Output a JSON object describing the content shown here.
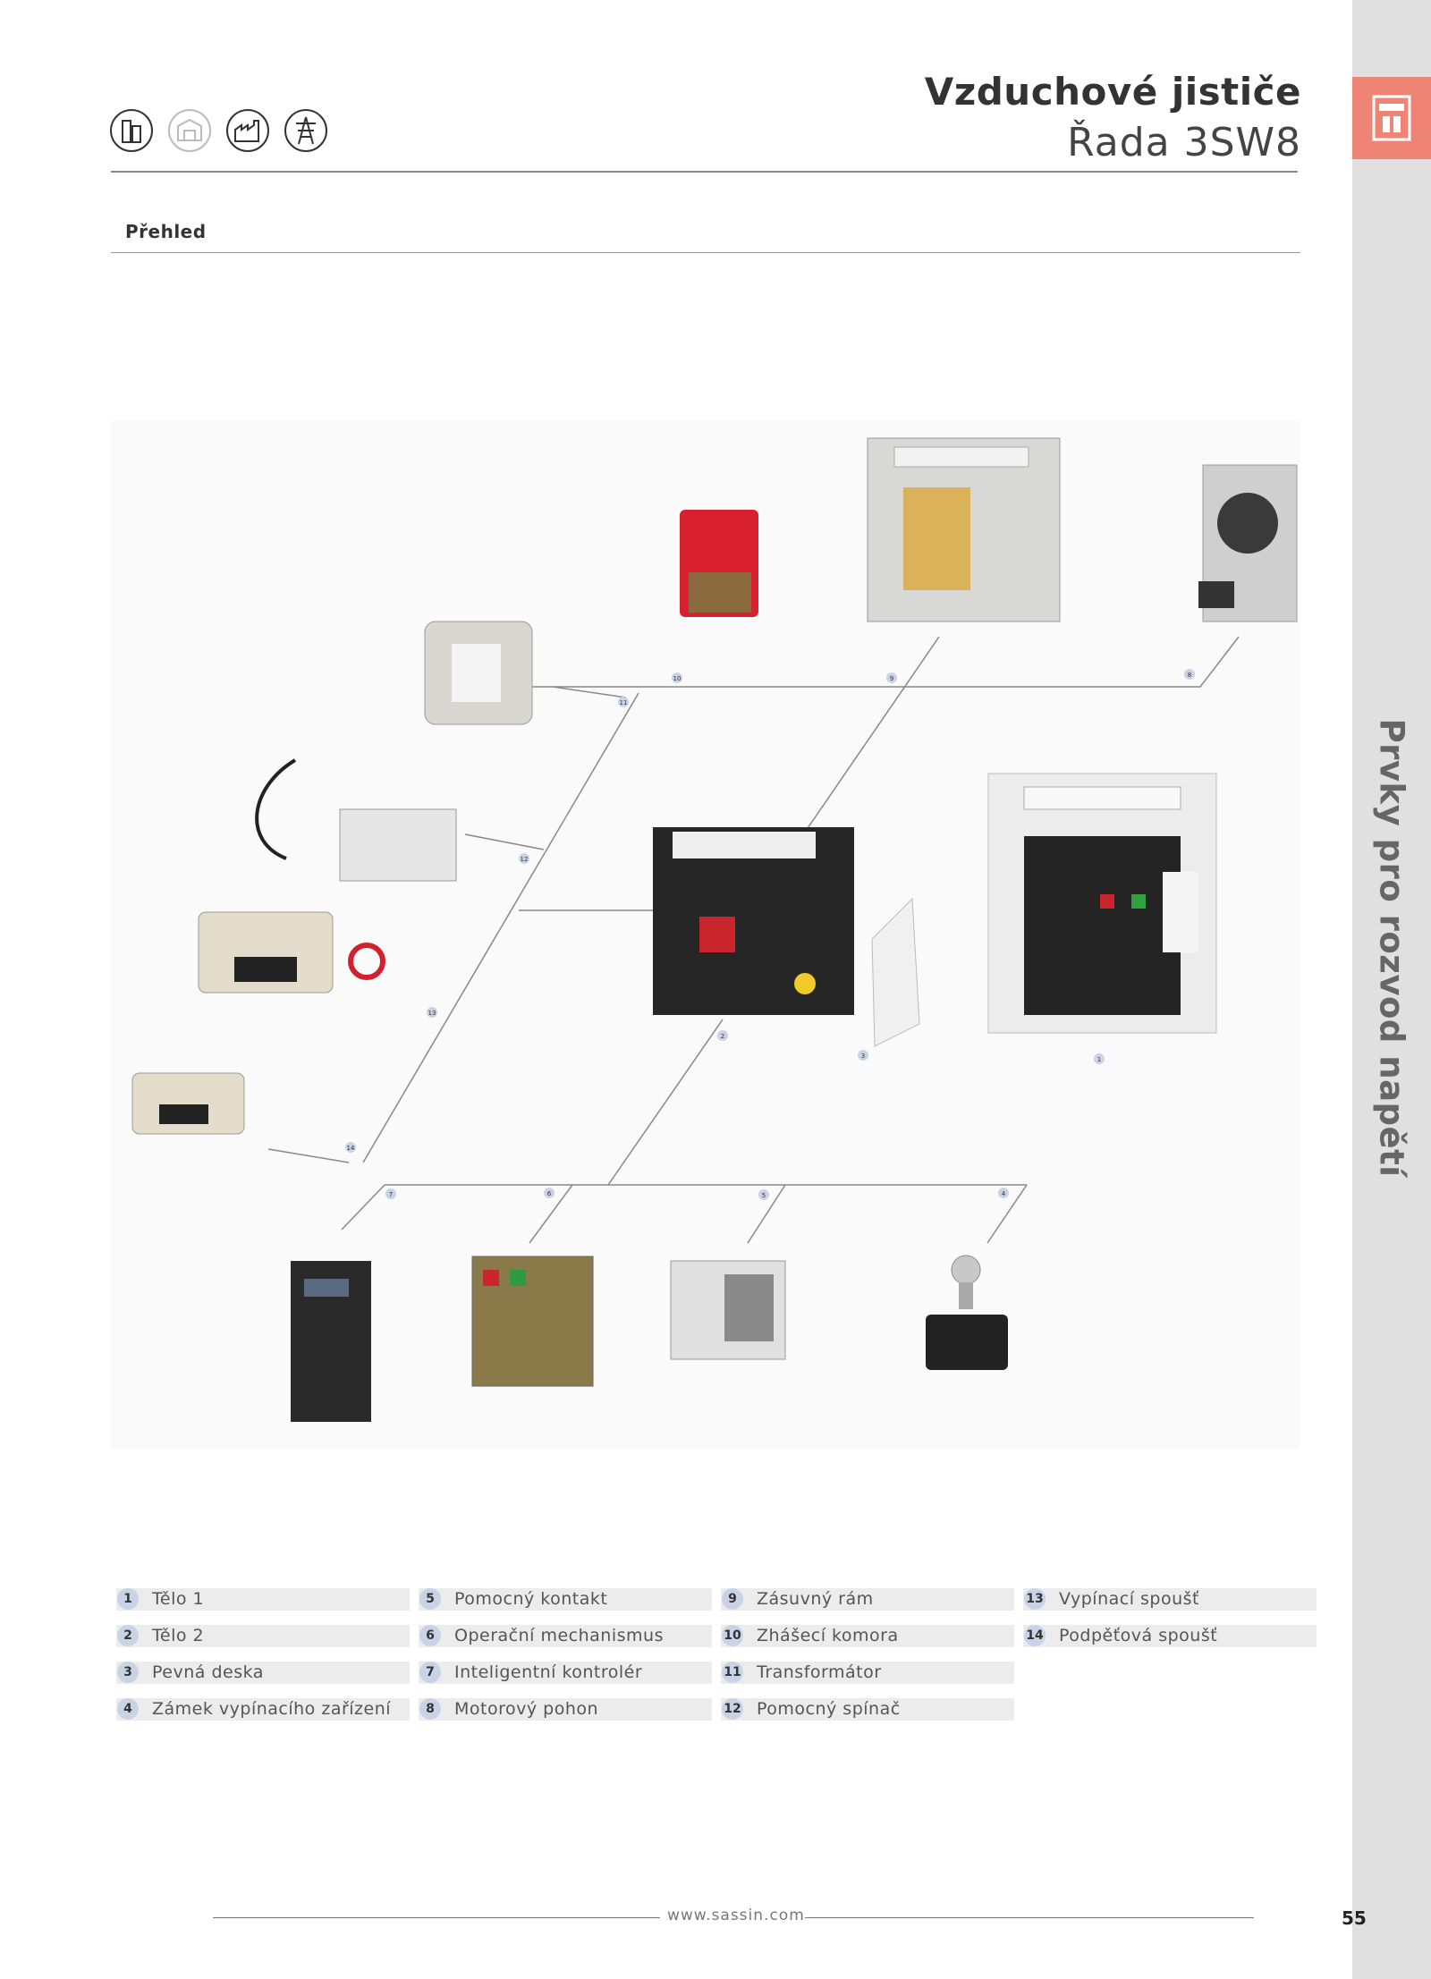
{
  "header": {
    "title": "Vzduchové jističe",
    "subtitle": "Řada 3SW8"
  },
  "icons": [
    "building-icon",
    "warehouse-icon",
    "factory-icon",
    "power-tower-icon"
  ],
  "sidebar": {
    "text": "Prvky pro rozvod napětí",
    "tab_icon": "breaker-icon"
  },
  "section": {
    "title": "Přehled"
  },
  "callouts": [
    "1",
    "2",
    "3",
    "4",
    "5",
    "6",
    "7",
    "8",
    "9",
    "10",
    "11",
    "12",
    "13",
    "14"
  ],
  "legend": [
    {
      "num": "1",
      "label": "Tělo 1"
    },
    {
      "num": "2",
      "label": "Tělo 2"
    },
    {
      "num": "3",
      "label": "Pevná deska"
    },
    {
      "num": "4",
      "label": "Zámek vypínacího zařízení"
    },
    {
      "num": "5",
      "label": "Pomocný kontakt"
    },
    {
      "num": "6",
      "label": "Operační mechanismus"
    },
    {
      "num": "7",
      "label": "Inteligentní kontrolér"
    },
    {
      "num": "8",
      "label": "Motorový pohon"
    },
    {
      "num": "9",
      "label": "Zásuvný rám"
    },
    {
      "num": "10",
      "label": "Zhášecí komora"
    },
    {
      "num": "11",
      "label": "Transformátor"
    },
    {
      "num": "12",
      "label": "Pomocný spínač"
    },
    {
      "num": "13",
      "label": "Vypínací spoušť"
    },
    {
      "num": "14",
      "label": "Podpěťová spoušť"
    }
  ],
  "footer": {
    "url": "www.sassin.com",
    "page": "55"
  }
}
